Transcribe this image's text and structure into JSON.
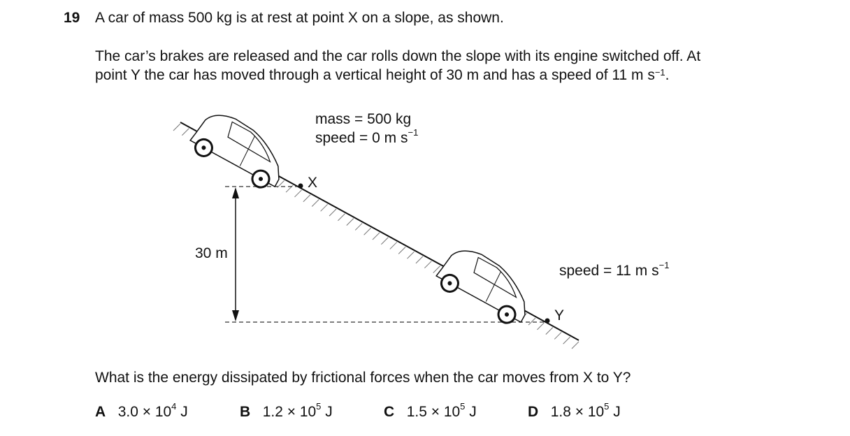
{
  "question": {
    "number": "19",
    "stem": "A car of mass 500 kg is at rest at point X on a slope, as shown.",
    "line1": "The car’s brakes are released and the car rolls down the slope with its engine switched off. At",
    "line2_pre": "point Y the car has moved through a vertical height of 30 m and has a speed of 11 m s",
    "line2_exp": "−1",
    "line2_post": ".",
    "prompt": "What is the energy dissipated by frictional forces when the car moves from X to Y?"
  },
  "diagram": {
    "mass_label": "mass = 500 kg",
    "speed0_pre": "speed = 0 m s",
    "speed0_exp": "−1",
    "speed1_pre": "speed = 11 m s",
    "speed1_exp": "−1",
    "height_label": "30 m",
    "point_x": "X",
    "point_y": "Y"
  },
  "options": [
    {
      "letter": "A",
      "mantissa": "3.0 × 10",
      "exp": "4",
      "unit": " J"
    },
    {
      "letter": "B",
      "mantissa": "1.2 × 10",
      "exp": "5",
      "unit": " J"
    },
    {
      "letter": "C",
      "mantissa": "1.5 × 10",
      "exp": "5",
      "unit": " J"
    },
    {
      "letter": "D",
      "mantissa": "1.8 × 10",
      "exp": "5",
      "unit": " J"
    }
  ]
}
